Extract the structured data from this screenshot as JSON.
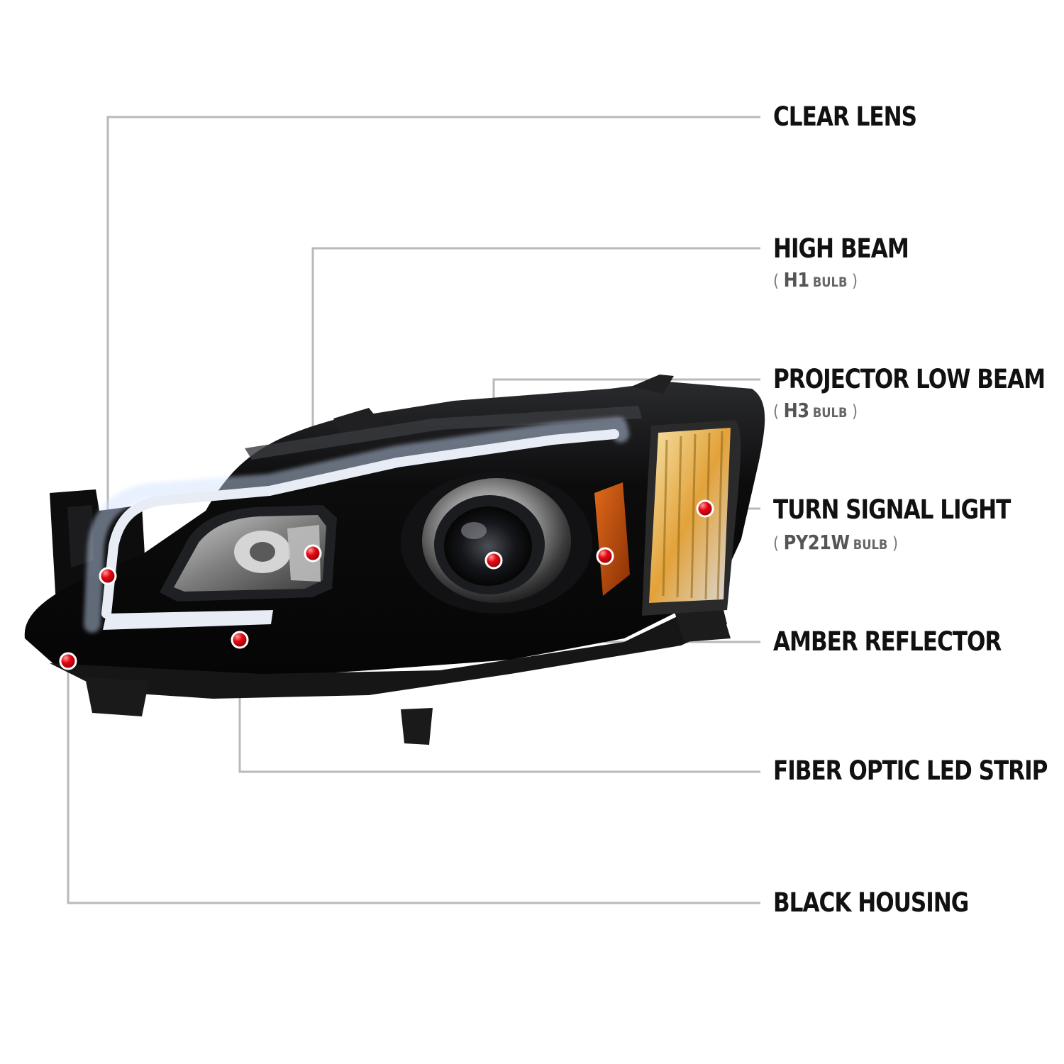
{
  "colors": {
    "leader_line": "#b9b9b9",
    "marker": "#e30613",
    "housing": "#0b0b0c",
    "amber": "#c4520c",
    "led_strip": "#e8ecf4"
  },
  "callouts": [
    {
      "id": "clear-lens",
      "label": "CLEAR LENS"
    },
    {
      "id": "high-beam",
      "label": "HIGH BEAM",
      "bulb_code": "H1",
      "bulb_word": "BULB"
    },
    {
      "id": "projector-low-beam",
      "label": "PROJECTOR LOW BEAM",
      "bulb_code": "H3",
      "bulb_word": "BULB"
    },
    {
      "id": "turn-signal-light",
      "label": "TURN SIGNAL LIGHT",
      "bulb_code": "PY21W",
      "bulb_word": "BULB"
    },
    {
      "id": "amber-reflector",
      "label": "AMBER REFLECTOR"
    },
    {
      "id": "fiber-optic-led-strip",
      "label": "FIBER OPTIC LED STRIP"
    },
    {
      "id": "black-housing",
      "label": "BLACK HOUSING"
    }
  ]
}
